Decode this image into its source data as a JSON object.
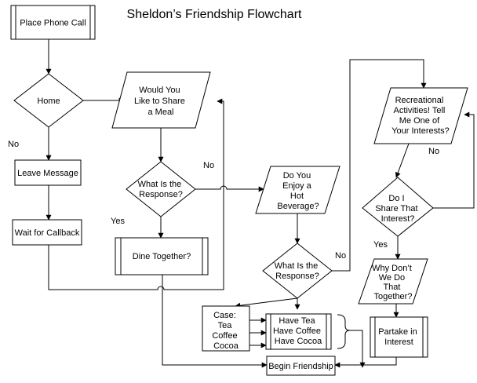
{
  "title": "Sheldon’s Friendship Flowchart",
  "nodes": {
    "place_call": {
      "label": [
        "Place Phone Call"
      ]
    },
    "home": {
      "label": [
        "Home"
      ]
    },
    "leave_message": {
      "label": [
        "Leave Message"
      ]
    },
    "wait_callback": {
      "label": [
        "Wait for Callback"
      ]
    },
    "share_meal": {
      "label": [
        "Would You",
        "Like to Share",
        "a Meal"
      ]
    },
    "meal_response": {
      "label": [
        "What Is the",
        "Response?"
      ]
    },
    "dine_together": {
      "label": [
        "Dine Together?"
      ]
    },
    "hot_beverage": {
      "label": [
        "Do You",
        "Enjoy a",
        "Hot",
        "Beverage?"
      ]
    },
    "beverage_response": {
      "label": [
        "What Is the",
        "Response?"
      ]
    },
    "case_box": {
      "label": [
        "Case:",
        "Tea",
        "Coffee",
        "Cocoa"
      ]
    },
    "have_box": {
      "label": [
        "Have Tea",
        "Have Coffee",
        "Have Cocoa"
      ]
    },
    "begin_friendship": {
      "label": [
        "Begin Friendship"
      ]
    },
    "recreational": {
      "label": [
        "Recreational",
        "Activities! Tell",
        "Me One of",
        "Your Interests?"
      ]
    },
    "share_interest": {
      "label": [
        "Do I",
        "Share That",
        "Interest?"
      ]
    },
    "why_dont": {
      "label": [
        "Why Don’t",
        "We Do",
        "That",
        "Together?"
      ]
    },
    "partake": {
      "label": [
        "Partake in",
        "Interest"
      ]
    }
  },
  "edge_labels": {
    "home_no": "No",
    "meal_no": "No",
    "meal_yes": "Yes",
    "beverage_no": "No",
    "interest_no": "No",
    "interest_yes": "Yes"
  }
}
